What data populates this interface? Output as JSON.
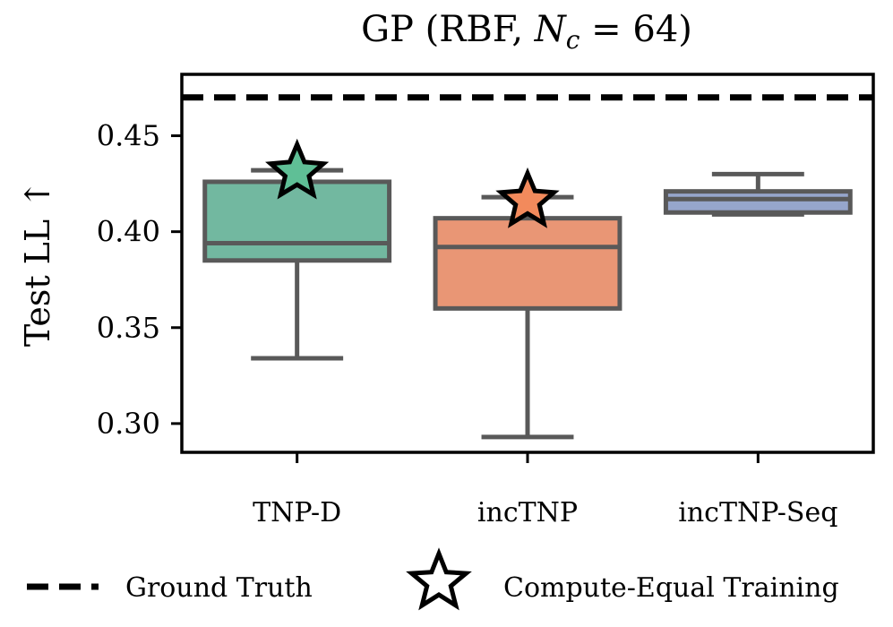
{
  "chart_data": {
    "type": "box",
    "title_parts": {
      "prefix": "GP (RBF, ",
      "var": "N",
      "sub": "c",
      "suffix": " = 64)"
    },
    "ylabel": "Test LL ↑",
    "ylim": [
      0.285,
      0.482
    ],
    "yticks": [
      0.3,
      0.35,
      0.4,
      0.45
    ],
    "ytick_labels": [
      "0.30",
      "0.35",
      "0.40",
      "0.45"
    ],
    "categories": [
      "TNP-D",
      "incTNP",
      "incTNP-Seq"
    ],
    "boxes": [
      {
        "whisker_low": 0.334,
        "q1": 0.385,
        "median": 0.394,
        "q3": 0.426,
        "whisker_high": 0.432,
        "color": "#72b8a0",
        "star": 0.431,
        "star_color": "#5fbf96"
      },
      {
        "whisker_low": 0.293,
        "q1": 0.36,
        "median": 0.392,
        "q3": 0.407,
        "whisker_high": 0.418,
        "color": "#e99675",
        "star": 0.416,
        "star_color": "#f28a5c"
      },
      {
        "whisker_low": 0.409,
        "q1": 0.41,
        "median": 0.417,
        "q3": 0.421,
        "whisker_high": 0.43,
        "color": "#96a6cc",
        "star": null,
        "star_color": null
      }
    ],
    "reference_line": {
      "y": 0.47,
      "label": "Ground Truth"
    },
    "legend": [
      {
        "kind": "dashed-line",
        "label": "Ground Truth"
      },
      {
        "kind": "star",
        "label": "Compute-Equal Training"
      }
    ],
    "legend_placement": "bottom",
    "grid": false,
    "colors": {
      "box_edge": "#595959",
      "frame": "#000000"
    }
  }
}
